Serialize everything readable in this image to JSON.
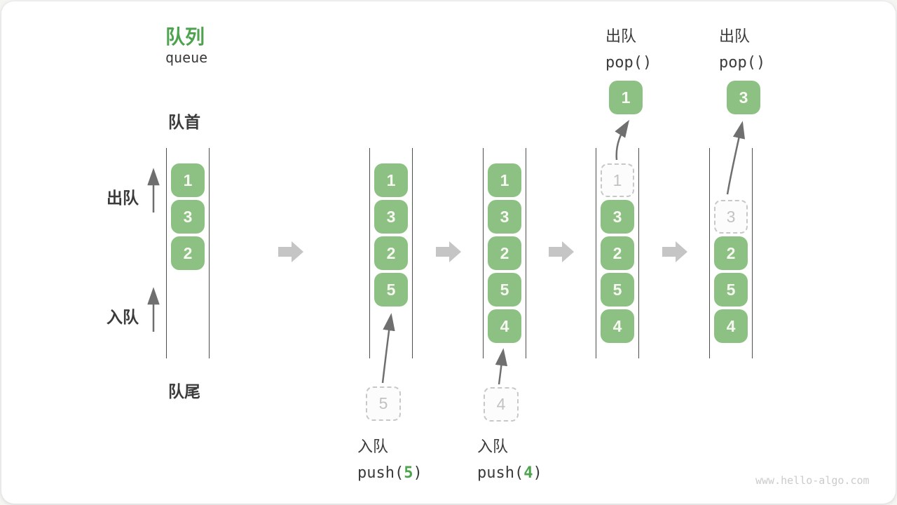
{
  "title": {
    "zh": "队列",
    "en": "queue"
  },
  "side_labels": {
    "front": "队首",
    "rear": "队尾",
    "dequeue": "出队",
    "enqueue": "入队"
  },
  "states": {
    "s1": {
      "cells": [
        "1",
        "3",
        "2"
      ]
    },
    "s2": {
      "cells": [
        "1",
        "3",
        "2",
        "5"
      ],
      "incoming": "5",
      "op_zh": "入队",
      "op_fn_open": "push(",
      "op_arg": "5",
      "op_fn_close": ")"
    },
    "s3": {
      "cells": [
        "1",
        "3",
        "2",
        "5",
        "4"
      ],
      "incoming": "4",
      "op_zh": "入队",
      "op_fn_open": "push(",
      "op_arg": "4",
      "op_fn_close": ")"
    },
    "s4": {
      "ghost": "1",
      "cells": [
        "3",
        "2",
        "5",
        "4"
      ],
      "popped": "1",
      "op_zh": "出队",
      "op_fn": "pop()"
    },
    "s5": {
      "ghost": "3",
      "cells": [
        "2",
        "5",
        "4"
      ],
      "popped": "3",
      "op_zh": "出队",
      "op_fn": "pop()"
    }
  },
  "watermark": "www.hello-algo.com",
  "colors": {
    "cell_green": "#8dc183",
    "accent_green": "#4ea34e",
    "text_dark": "#3b3b3b",
    "block_arrow_gray": "#c5c5c5",
    "thin_arrow_gray": "#6f6f6f",
    "ghost_gray": "#c8c8c8",
    "watermark_gray": "#cbcbcb"
  }
}
